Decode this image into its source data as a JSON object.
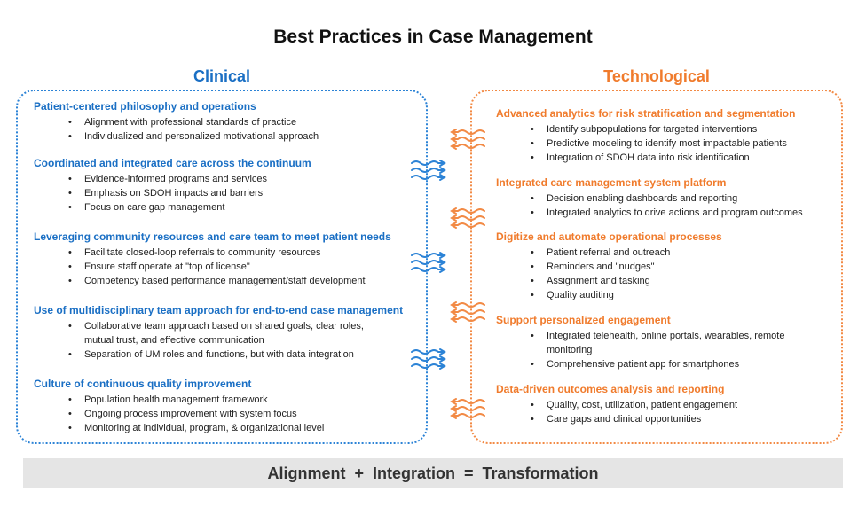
{
  "title": "Best Practices in Case Management",
  "clinical": {
    "header": "Clinical",
    "sections": [
      {
        "title": "Patient-centered philosophy and operations",
        "items": [
          "Alignment with professional standards of practice",
          "Individualized and personalized motivational approach"
        ]
      },
      {
        "title": "Coordinated and integrated care across the continuum",
        "items": [
          "Evidence-informed programs and services",
          "Emphasis on SDOH impacts and barriers",
          "Focus on care gap management"
        ]
      },
      {
        "title": "Leveraging community resources and care team to meet patient needs",
        "items": [
          "Facilitate closed-loop referrals to community resources",
          "Ensure staff operate at \"top of license\"",
          "Competency based performance management/staff development"
        ]
      },
      {
        "title": "Use of multidisciplinary team approach for end-to-end case management",
        "items": [
          "Collaborative team approach based on shared goals, clear roles, mutual trust, and effective communication",
          "Separation of UM roles and functions, but with data integration"
        ]
      },
      {
        "title": "Culture of continuous quality improvement",
        "items": [
          "Population health management framework",
          "Ongoing process improvement with system focus",
          "Monitoring at individual, program, & organizational level"
        ]
      }
    ]
  },
  "technological": {
    "header": "Technological",
    "sections": [
      {
        "title": "Advanced analytics for risk stratification and segmentation",
        "items": [
          "Identify subpopulations for targeted interventions",
          "Predictive modeling to identify most impactable patients",
          "Integration of SDOH data into risk identification"
        ]
      },
      {
        "title": "Integrated care management system platform",
        "items": [
          "Decision enabling dashboards and reporting",
          "Integrated analytics to drive actions and program outcomes"
        ]
      },
      {
        "title": "Digitize and automate operational processes",
        "items": [
          "Patient referral and outreach",
          "Reminders and \"nudges\"",
          "Assignment and tasking",
          "Quality auditing"
        ]
      },
      {
        "title": "Support personalized engagement",
        "items": [
          "Integrated telehealth, online portals, wearables, remote monitoring",
          "Comprehensive patient app for smartphones"
        ]
      },
      {
        "title": "Data-driven outcomes analysis and reporting",
        "items": [
          "Quality, cost, utilization, patient engagement",
          "Care gaps and clinical opportunities"
        ]
      }
    ]
  },
  "footer": "Alignment  +  Integration  =  Transformation",
  "colors": {
    "clinical": "#1a6fc4",
    "technological": "#f07b2c",
    "footer_bg": "#e5e5e5"
  },
  "icons": {
    "clinical_connector": "wave-arrows-right-icon",
    "technological_connector": "wave-arrows-left-icon"
  }
}
